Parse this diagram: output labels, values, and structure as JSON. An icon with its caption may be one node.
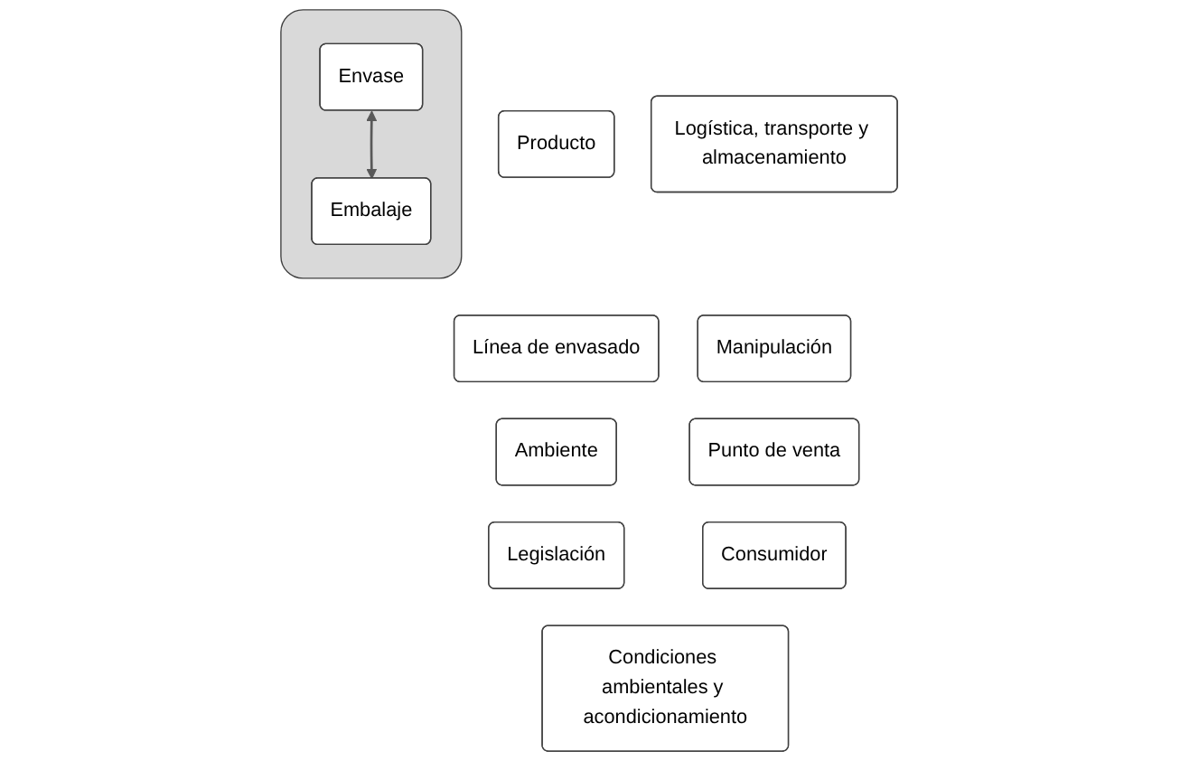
{
  "diagram": {
    "nodes": [
      {
        "text": [
          "Producto"
        ]
      },
      {
        "text": [
          "Línea de envasado"
        ]
      },
      {
        "text": [
          "Ambiente"
        ]
      },
      {
        "text": [
          "Legislación"
        ]
      },
      {
        "text": [],
        "shape": "box"
      },
      {
        "text": [
          "Envase"
        ],
        "in": 4
      },
      {
        "text": [
          "Embalaje"
        ],
        "in": 4
      },
      {
        "text": [
          "Logística, transporte y almacenamiento"
        ]
      },
      {
        "text": [
          "Manipulación"
        ]
      },
      {
        "text": [
          "Punto de venta"
        ]
      },
      {
        "text": [
          "Consumidor"
        ]
      },
      {
        "text": [
          "Condiciones ambientales y acondicionamiento"
        ]
      }
    ],
    "edges": [
      {
        "from": 5,
        "to": 6,
        "arrow": "both"
      }
    ]
  }
}
